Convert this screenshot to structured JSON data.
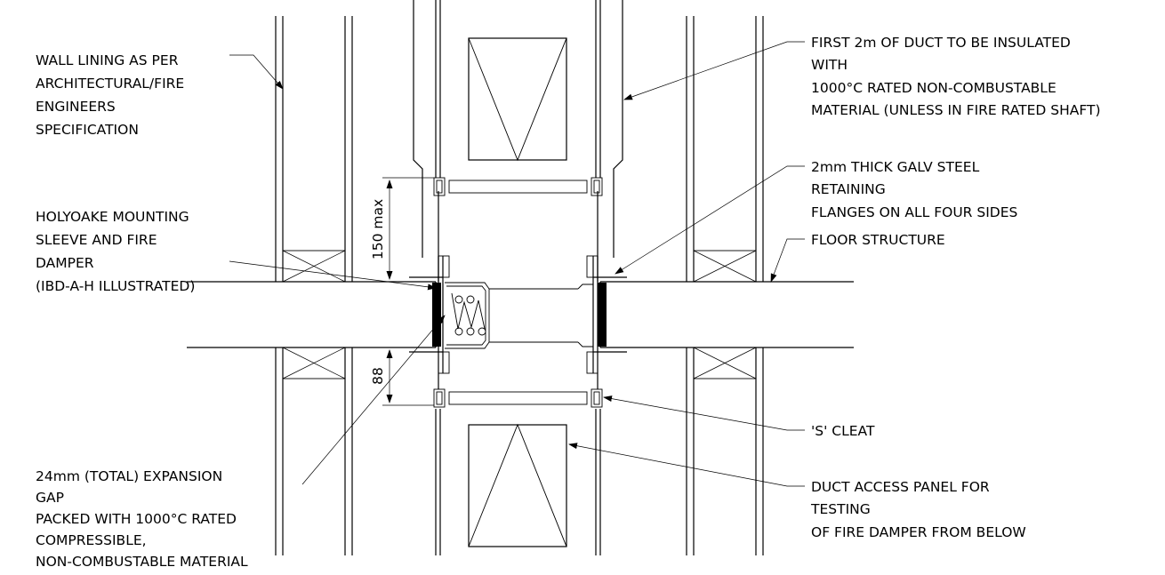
{
  "labels": {
    "wall_lining": [
      "WALL LINING AS PER",
      "ARCHITECTURAL/FIRE",
      "ENGINEERS",
      "SPECIFICATION"
    ],
    "mounting_sleeve": [
      "HOLYOAKE MOUNTING",
      "SLEEVE AND FIRE",
      "DAMPER",
      "(IBD-A-H ILLUSTRATED)"
    ],
    "expansion_gap": [
      "24mm (TOTAL) EXPANSION",
      "GAP",
      "PACKED WITH 1000°C RATED",
      "COMPRESSIBLE,",
      "NON-COMBUSTABLE MATERIAL"
    ],
    "duct_insulation": [
      "FIRST 2m OF DUCT TO BE INSULATED",
      "WITH",
      "1000°C RATED NON-COMBUSTABLE",
      "MATERIAL (UNLESS IN FIRE RATED SHAFT)"
    ],
    "retaining_flanges": [
      "2mm THICK GALV STEEL",
      "RETAINING",
      "FLANGES ON ALL FOUR SIDES"
    ],
    "floor_structure": [
      "FLOOR STRUCTURE"
    ],
    "s_cleat": [
      "'S' CLEAT"
    ],
    "access_panel": [
      "DUCT ACCESS PANEL FOR",
      "TESTING",
      "OF FIRE DAMPER FROM BELOW"
    ]
  },
  "dimensions": {
    "upper": "150 max",
    "lower": "88"
  }
}
